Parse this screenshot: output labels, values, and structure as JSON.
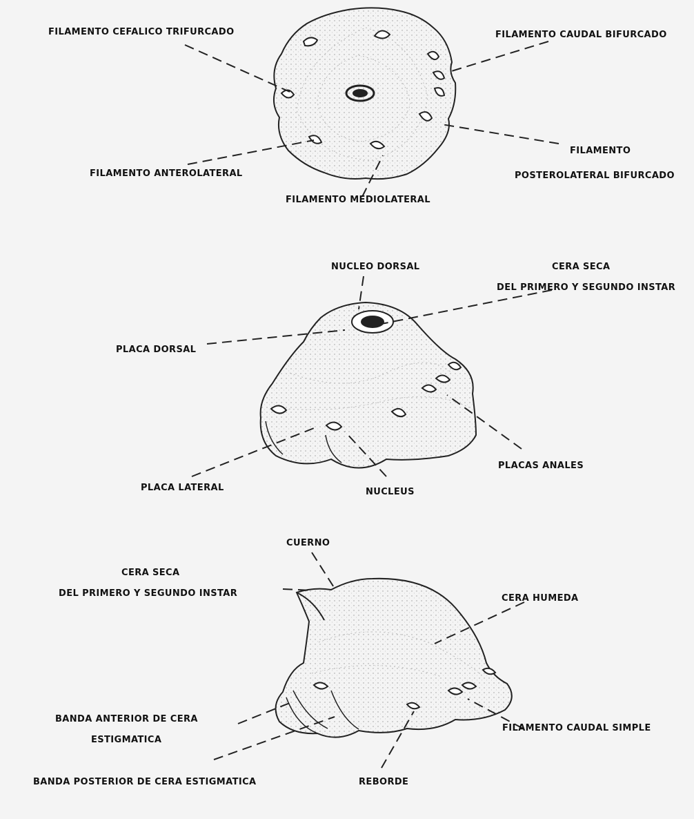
{
  "figure1": {
    "filamento_cefalico": "FILAMENTO CEFALICO TRIFURCADO",
    "filamento_caudal": "FILAMENTO CAUDAL BIFURCADO",
    "filamento_posterolateral_1": "FILAMENTO",
    "filamento_posterolateral_2": "POSTEROLATERAL BIFURCADO",
    "filamento_anterolateral": "FILAMENTO ANTEROLATERAL",
    "filamento_mediolateral": "FILAMENTO MEDIOLATERAL"
  },
  "figure2": {
    "nucleo_dorsal": "NUCLEO DORSAL",
    "cera_seca_1": "CERA SECA",
    "cera_seca_2": "DEL PRIMERO Y SEGUNDO INSTAR",
    "placa_dorsal": "PLACA DORSAL",
    "placa_lateral": "PLACA LATERAL",
    "nucleus": "NUCLEUS",
    "placas_anales": "PLACAS ANALES"
  },
  "figure3": {
    "cuerno": "CUERNO",
    "cera_seca_1": "CERA SECA",
    "cera_seca_2": "DEL PRIMERO Y SEGUNDO INSTAR",
    "cera_humeda": "CERA HUMEDA",
    "banda_anterior_1": "BANDA ANTERIOR DE CERA",
    "banda_anterior_2": "ESTIGMATICA",
    "filamento_caudal_simple": "FILAMENTO CAUDAL SIMPLE",
    "banda_posterior": "BANDA POSTERIOR DE CERA ESTIGMATICA",
    "reborde": "REBORDE"
  }
}
